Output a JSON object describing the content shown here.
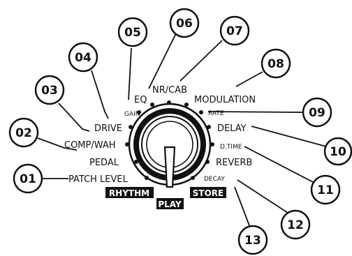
{
  "labels": {
    "patch_level": "PATCH LEVEL",
    "pedal": "PEDAL",
    "comp_wah": "COMP/WAH",
    "drive": "DRIVE",
    "gain": "GAIN",
    "eq": "EQ",
    "nr_cab": "NR/CAB",
    "modulation": "MODULATION",
    "rate": "RATE",
    "delay": "DELAY",
    "d_time": "D.TIME",
    "reverb": "REVERB",
    "decay": "DECAY",
    "rhythm": "RHYTHM",
    "play": "PLAY",
    "store": "STORE"
  },
  "callouts": [
    "01",
    "02",
    "03",
    "04",
    "05",
    "06",
    "07",
    "08",
    "09",
    "10",
    "11",
    "12",
    "13"
  ],
  "colors": {
    "ink": "#111111",
    "background": "#ffffff"
  }
}
